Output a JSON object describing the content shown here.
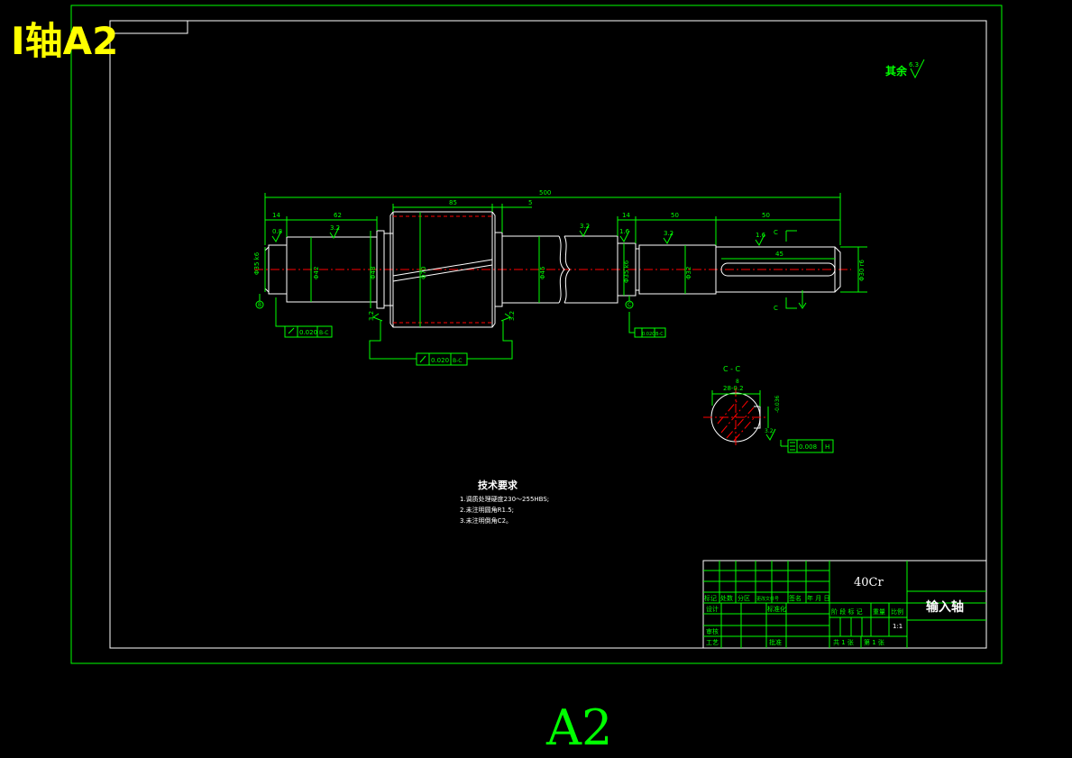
{
  "overlay_title": "I轴A2",
  "sheet_size_label": "A2",
  "colors": {
    "background": "#000000",
    "frame": "#00ff00",
    "part": "#ffffff",
    "centerline": "#ff0000",
    "overlay_title": "#ffff00"
  },
  "roughness_note": {
    "prefix": "其余",
    "value": "6.3"
  },
  "dimensions": {
    "total_length": "500",
    "gear_length": "85",
    "step_5": "5",
    "left_14": "14",
    "left_62": "62",
    "right_14": "14",
    "right_50a": "50",
    "right_50b": "50",
    "keyway_length": "45",
    "dia_left_bearing": "Φ35 k6",
    "dia_42": "Φ42",
    "dia_48": "Φ48",
    "dia_70": "Φ70",
    "dia_mid": "Φ45",
    "dia_right_bearing": "Φ35 k6",
    "dia_32": "Φ32",
    "dia_end": "Φ30 r6"
  },
  "roughness": {
    "r_left_a": "0.8",
    "r_left_b": "3.2",
    "r_gear_left": "3.2",
    "r_gear_right": "3.2",
    "r_mid": "3.2",
    "r_right_a": "1.6",
    "r_right_b": "3.2",
    "r_key": "1.6",
    "r_section": "3.2"
  },
  "datums": {
    "left": "B",
    "right": "C"
  },
  "tolerances": {
    "left_runout": {
      "value": "0.020",
      "datum": "B-C"
    },
    "gear_runout": {
      "value": "0.020",
      "datum": "B-C"
    },
    "right_runout": {
      "value": "0.020",
      "datum": "B-C"
    },
    "key_symmetry": {
      "value": "0.008",
      "datum": "H"
    }
  },
  "section": {
    "label": "C - C",
    "datum_h": "H",
    "width": "28-0.2",
    "depth": "8",
    "key_tol": "-0.036"
  },
  "section_cut_label": "C",
  "tech_requirements": {
    "heading": "技术要求",
    "items": [
      "1.调质处理硬度230～255HBS;",
      "2.未注明圆角R1.5;",
      "3.未注明倒角C2。"
    ]
  },
  "title_block": {
    "material": "40Cr",
    "part_name": "输入轴",
    "scale": "1:1",
    "row_labels": [
      "标记",
      "处数",
      "分区",
      "更改文件号",
      "签名",
      "年 月 日"
    ],
    "designer_label": "设计",
    "std_label": "标准化",
    "review_label": "审核",
    "process_label": "工艺",
    "approve_label": "批准",
    "stage_labels": [
      "阶 段 标 记",
      "重量",
      "比例"
    ],
    "sheets_total": "共 1 张",
    "sheet_no": "第 1 张"
  }
}
